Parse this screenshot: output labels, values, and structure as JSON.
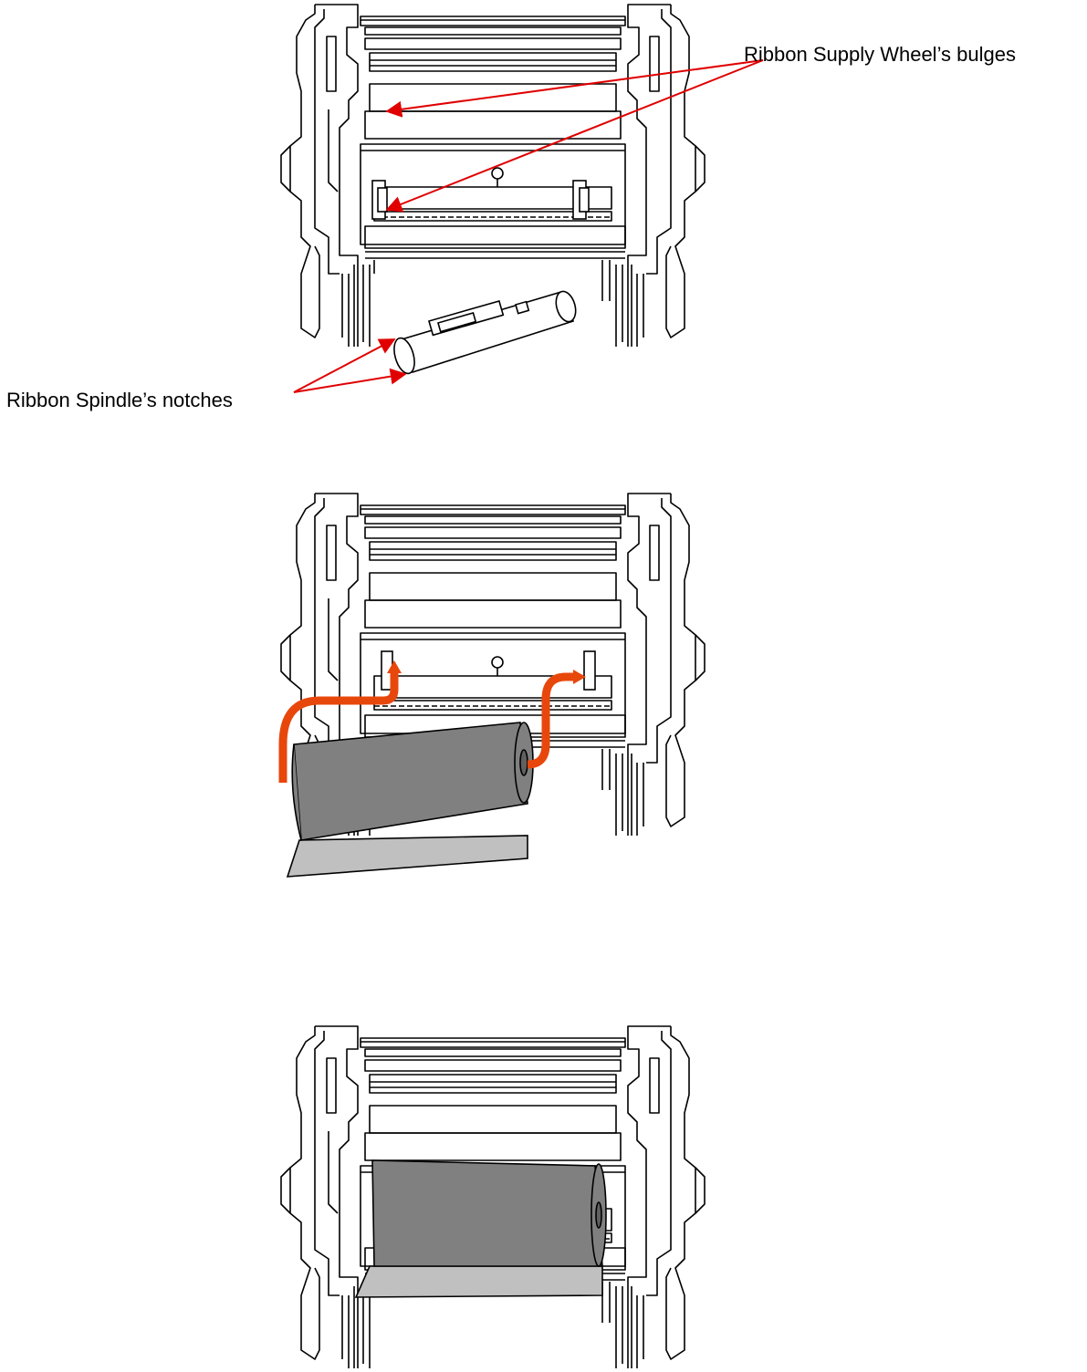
{
  "annotations": {
    "supply_wheel_bulges": "Ribbon Supply Wheel’s bulges",
    "spindle_notches": "Ribbon Spindle’s notches"
  },
  "colors": {
    "line": "#000000",
    "arrow_red": "#e00000",
    "arrow_orange": "#e8470c",
    "ribbon_dark": "#808080",
    "ribbon_light": "#c0c0c0"
  },
  "steps": [
    {
      "id": "step-1",
      "description_shown": false
    },
    {
      "id": "step-2",
      "description_shown": false
    },
    {
      "id": "step-3",
      "description_shown": false
    }
  ]
}
